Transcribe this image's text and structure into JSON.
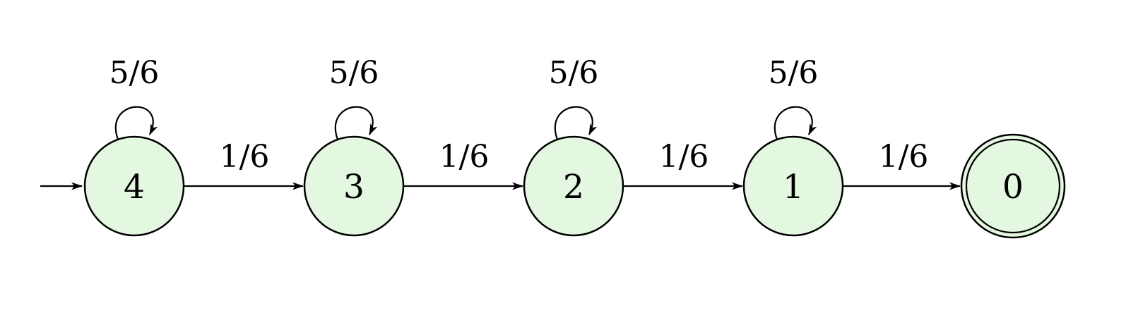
{
  "diagram": {
    "type": "markov-chain-state-diagram",
    "background_color": "#ffffff",
    "state_fill_color": "#e4f7e0",
    "state_stroke_color": "#000000",
    "initial_state": "4",
    "accepting_state": "0",
    "states": [
      {
        "id": "4",
        "label": "4",
        "self_loop_label": "5/6",
        "accepting": false
      },
      {
        "id": "3",
        "label": "3",
        "self_loop_label": "5/6",
        "accepting": false
      },
      {
        "id": "2",
        "label": "2",
        "self_loop_label": "5/6",
        "accepting": false
      },
      {
        "id": "1",
        "label": "1",
        "self_loop_label": "5/6",
        "accepting": false
      },
      {
        "id": "0",
        "label": "0",
        "accepting": true
      }
    ],
    "transitions": [
      {
        "from": "4",
        "to": "3",
        "label": "1/6"
      },
      {
        "from": "3",
        "to": "2",
        "label": "1/6"
      },
      {
        "from": "2",
        "to": "1",
        "label": "1/6"
      },
      {
        "from": "1",
        "to": "0",
        "label": "1/6"
      }
    ]
  }
}
